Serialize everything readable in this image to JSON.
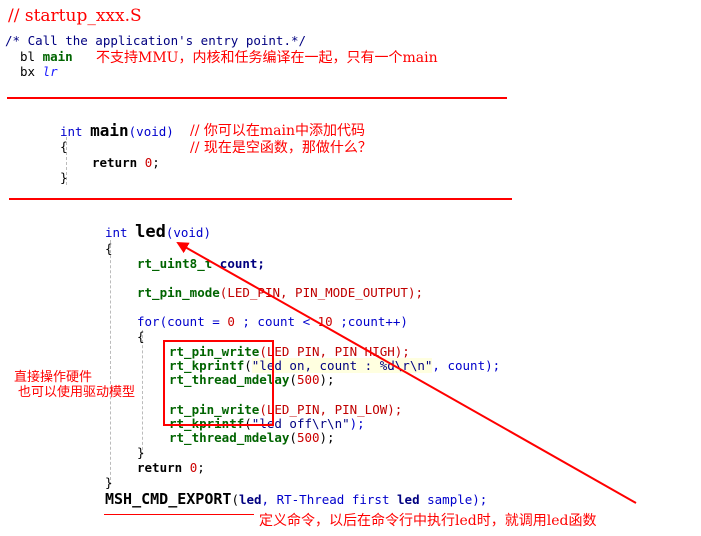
{
  "header": {
    "title_comment": "// startup_xxx.S",
    "comment_line": "/* Call the application's entry point.*/",
    "bl_instr": "bl",
    "bl_target": "main",
    "bl_note": "不支持MMU，内核和任务编译在一起，只有一个main",
    "bx_instr": "bx",
    "bx_target": "lr"
  },
  "main_block": {
    "ret_type": "int",
    "name": "main",
    "params": "(void)",
    "comment1": "// 你可以在main中添加代码",
    "open_brace": "{",
    "comment2": "// 现在是空函数，那做什么？",
    "return_kw": "return",
    "return_val": "0",
    "semicolon": ";",
    "close_brace": "}"
  },
  "led_block": {
    "ret_type": "int",
    "name": "led",
    "params": "(void)",
    "open_brace": "{",
    "decl_type": "rt_uint8_t",
    "decl_var": "count;",
    "pin_mode_fn": "rt_pin_mode",
    "pin_mode_args": "(LED_PIN, PIN_MODE_OUTPUT);",
    "for_kw": "for",
    "for_open": "(count = ",
    "for_init": "0",
    "for_mid": " ; count < ",
    "for_limit": "10",
    "for_end": " ;count++)",
    "inner_open": "{",
    "write_fn": "rt_pin_write",
    "write_high_args": "(LED_PIN, PIN_HIGH);",
    "printf_fn": "rt_kprintf",
    "printf_on_str": "\"led on, count : %d\\r\\n\"",
    "printf_on_tail": ", count);",
    "delay_fn": "rt_thread_mdelay",
    "delay_open": "(",
    "delay_val": "500",
    "delay_close": ");",
    "write_low_args": "(LED_PIN, PIN_LOW);",
    "printf_off_str": "\"led off\\r\\n\"",
    "printf_off_tail": ");",
    "inner_close": "}",
    "return_kw": "return",
    "return_val": "0",
    "semicolon": ";",
    "close_brace": "}",
    "export_macro": "MSH_CMD_EXPORT",
    "export_open": "(",
    "export_name": "led",
    "export_desc_a": ", RT-Thread first ",
    "export_desc_b": "led",
    "export_desc_c": " sample);"
  },
  "annotations": {
    "side_note_line1": "直接操作硬件",
    "side_note_line2": "也可以使用驱动模型",
    "bottom_note": "定义命令，以后在命令行中执行led时，就调用led函数"
  },
  "colors": {
    "accent": "#ff0000"
  }
}
